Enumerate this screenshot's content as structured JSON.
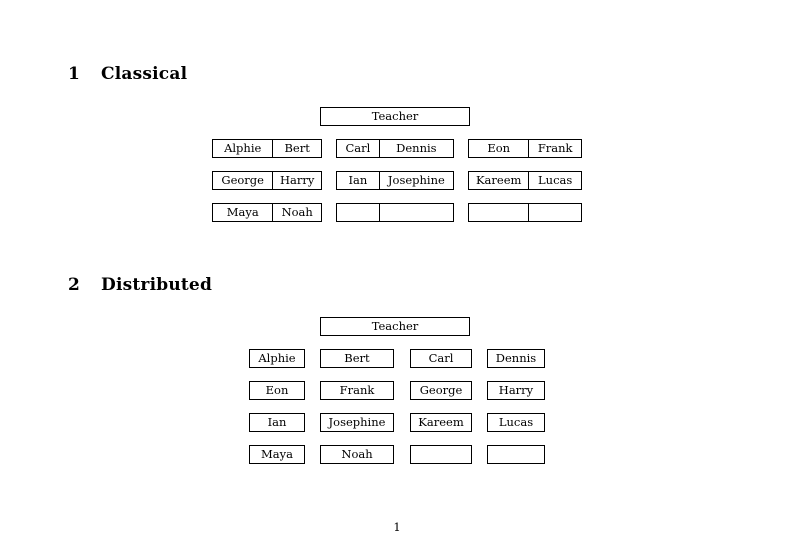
{
  "document": {
    "page_number": "1",
    "background_color": "#ffffff",
    "text_color": "#000000",
    "border_color": "#000000"
  },
  "sections": [
    {
      "number": "1",
      "title": "Classical",
      "teacher_label": "Teacher",
      "layout": "joined-pairs",
      "groups": [
        {
          "name": "group-left",
          "rows": [
            [
              "Alphie",
              "Bert"
            ],
            [
              "George",
              "Harry"
            ],
            [
              "Maya",
              "Noah"
            ]
          ]
        },
        {
          "name": "group-middle",
          "rows": [
            [
              "Carl",
              "Dennis"
            ],
            [
              "Ian",
              "Josephine"
            ],
            [
              "",
              ""
            ]
          ]
        },
        {
          "name": "group-right",
          "rows": [
            [
              "Eon",
              "Frank"
            ],
            [
              "Kareem",
              "Lucas"
            ],
            [
              "",
              ""
            ]
          ]
        }
      ]
    },
    {
      "number": "2",
      "title": "Distributed",
      "teacher_label": "Teacher",
      "layout": "separate-boxes",
      "rows": [
        [
          "Alphie",
          "Bert",
          "Carl",
          "Dennis"
        ],
        [
          "Eon",
          "Frank",
          "George",
          "Harry"
        ],
        [
          "Ian",
          "Josephine",
          "Kareem",
          "Lucas"
        ],
        [
          "Maya",
          "Noah",
          "",
          ""
        ]
      ]
    }
  ]
}
